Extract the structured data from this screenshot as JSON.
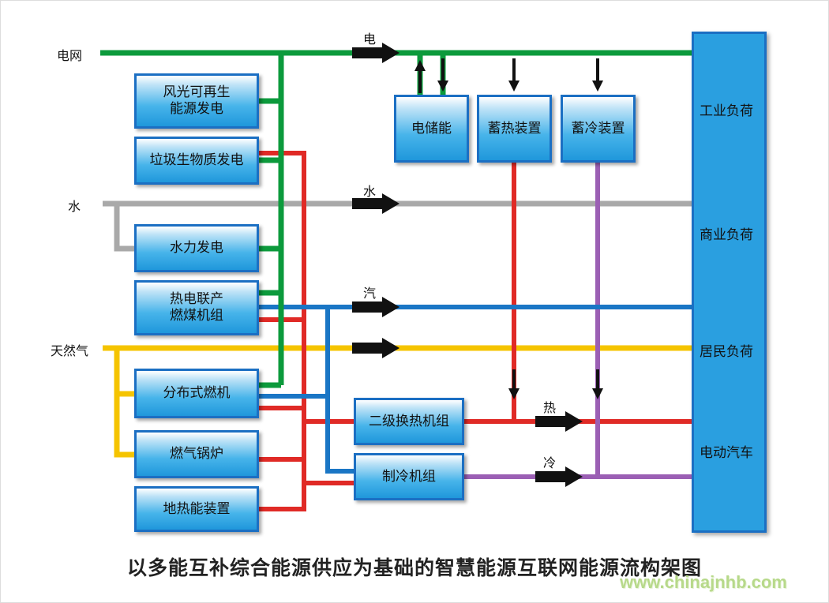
{
  "title": "以多能互补综合能源供应为基础的智慧能源互联网能源流构架图",
  "watermark_url": "www.chinajnhb.com",
  "colors": {
    "electricity": "#0c9a3c",
    "water": "#a9a9a9",
    "steam": "#1a76c5",
    "gas": "#f5c400",
    "heat": "#e02a26",
    "cooling": "#9b5fb4",
    "box_border": "#1b6fc3",
    "box_fill": "#2a9fe0"
  },
  "inputs": {
    "grid": "电网",
    "water": "水",
    "natural_gas": "天然气"
  },
  "flow_labels": {
    "electricity": "电",
    "water": "水",
    "steam": "汽",
    "heat": "热",
    "cooling": "冷"
  },
  "sources": {
    "wind_solar": "风光可再生\n能源发电",
    "waste_biomass": "垃圾生物质发电",
    "hydro": "水力发电",
    "chp_coal": "热电联产\n燃煤机组",
    "distributed_gas": "分布式燃机",
    "gas_boiler": "燃气锅炉",
    "geothermal": "地热能装置"
  },
  "storage": {
    "electric": "电储能",
    "heat": "蓄热装置",
    "cold": "蓄冷装置"
  },
  "conversion": {
    "heat_exchanger": "二级换热机组",
    "chiller": "制冷机组"
  },
  "loads": {
    "industrial": "工业负荷",
    "commercial": "商业负荷",
    "residential": "居民负荷",
    "ev": "电动汽车"
  }
}
